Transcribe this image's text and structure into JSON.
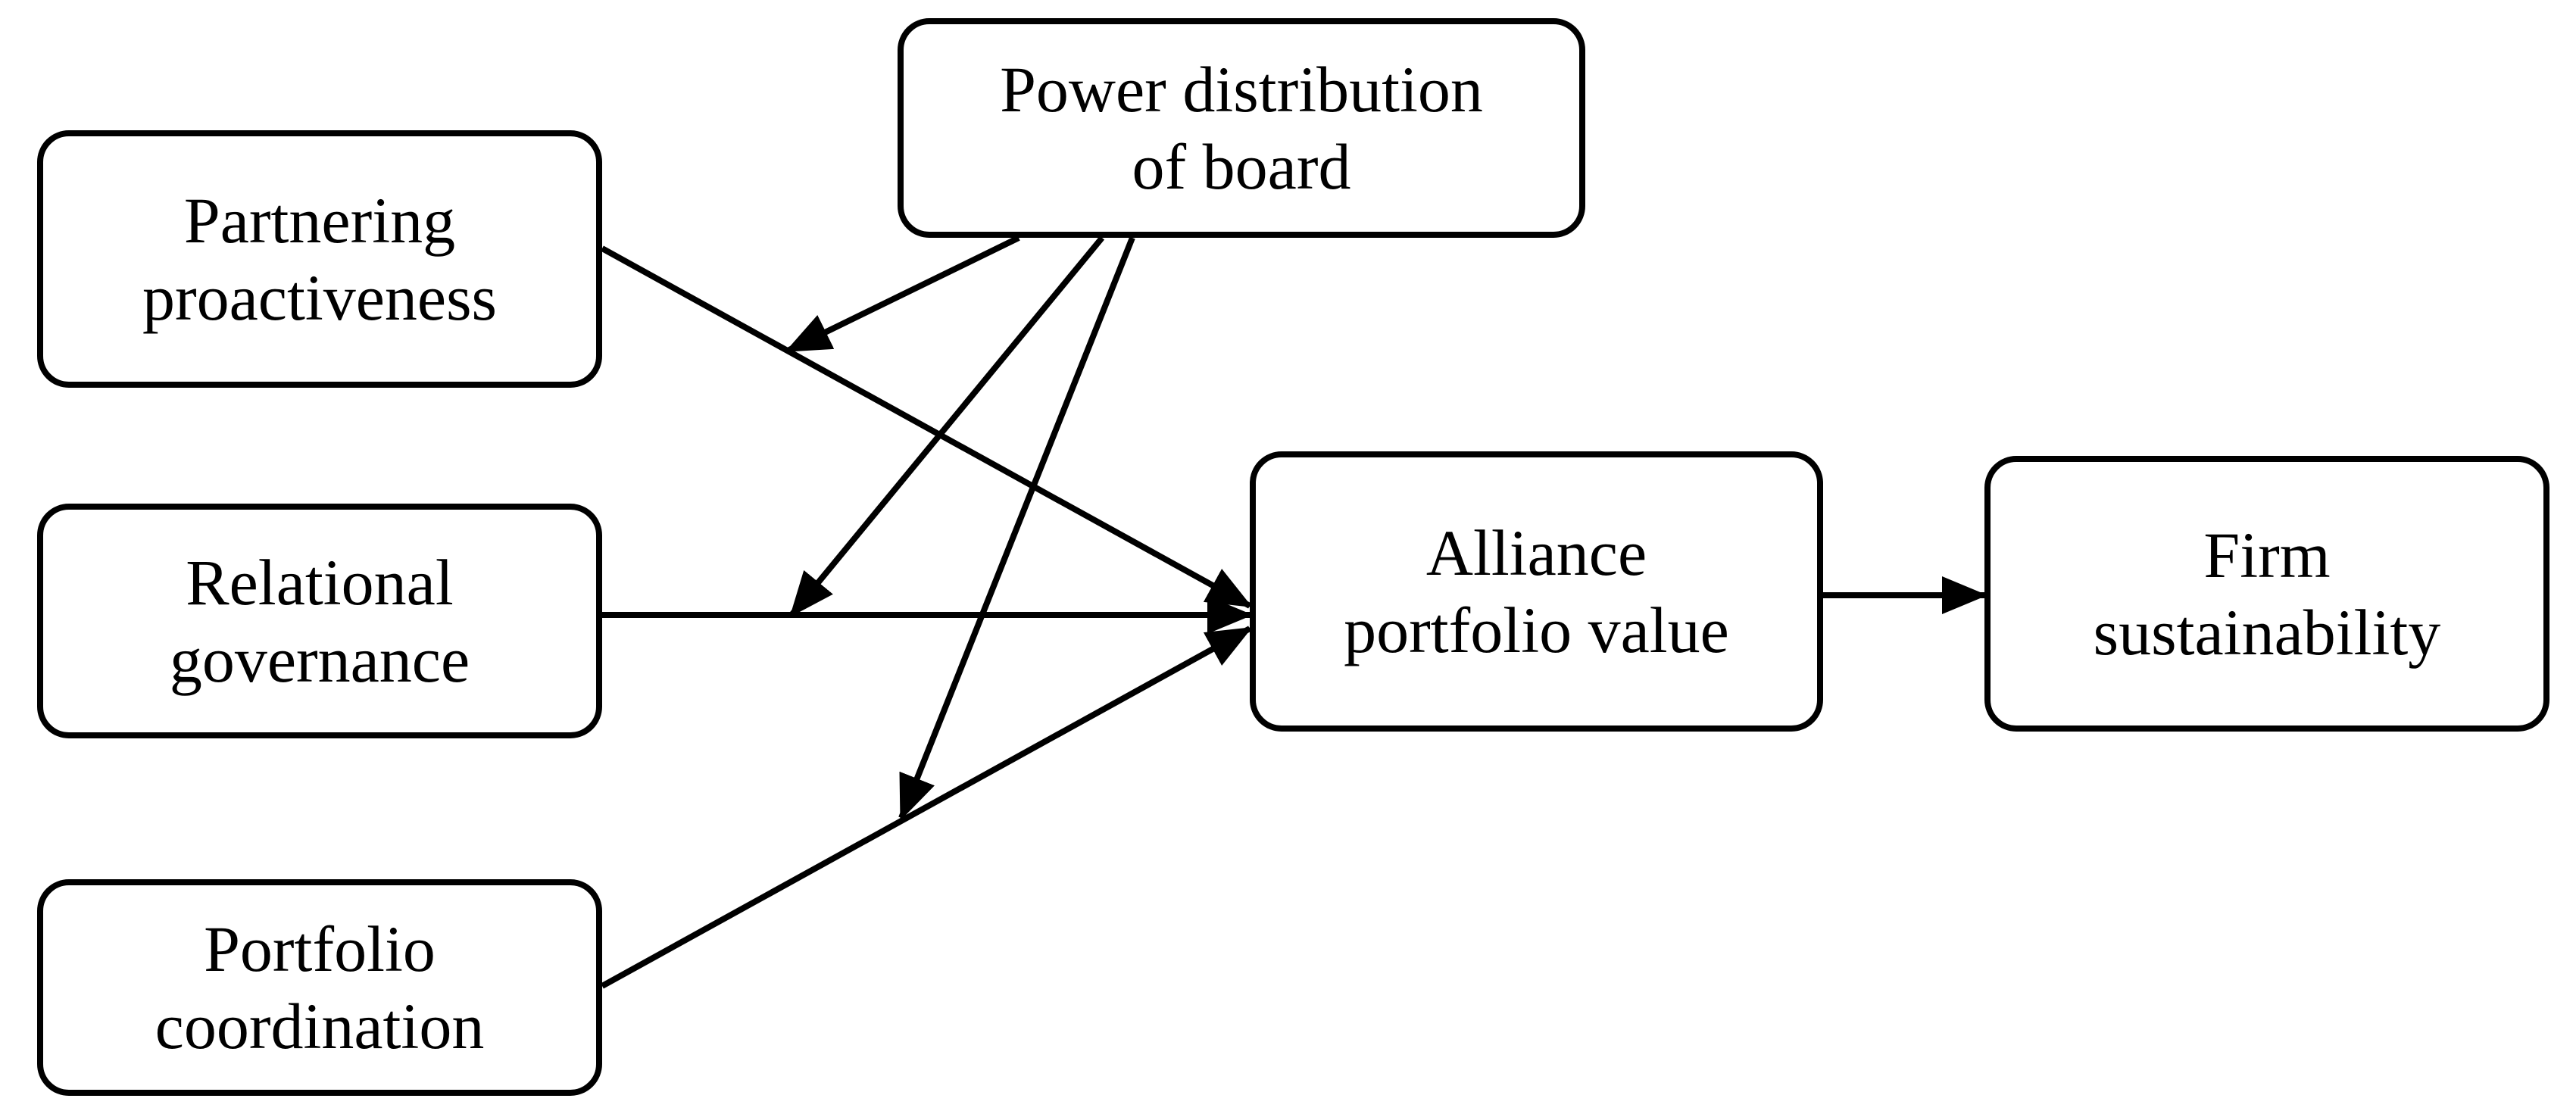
{
  "diagram": {
    "nodes": {
      "power_distribution": {
        "line1": "Power distribution",
        "line2": "of board"
      },
      "partnering_proactiveness": {
        "line1": "Partnering",
        "line2": "proactiveness"
      },
      "relational_governance": {
        "line1": "Relational",
        "line2": "governance"
      },
      "portfolio_coordination": {
        "line1": "Portfolio",
        "line2": "coordination"
      },
      "alliance_portfolio_value": {
        "line1": "Alliance",
        "line2": "portfolio value"
      },
      "firm_sustainability": {
        "line1": "Firm",
        "line2": "sustainability"
      }
    },
    "edges": [
      {
        "from": "partnering_proactiveness",
        "to": "alliance_portfolio_value"
      },
      {
        "from": "relational_governance",
        "to": "alliance_portfolio_value"
      },
      {
        "from": "portfolio_coordination",
        "to": "alliance_portfolio_value"
      },
      {
        "from": "alliance_portfolio_value",
        "to": "firm_sustainability"
      },
      {
        "from": "power_distribution",
        "to": "edge:partnering_proactiveness->alliance_portfolio_value"
      },
      {
        "from": "power_distribution",
        "to": "edge:relational_governance->alliance_portfolio_value"
      },
      {
        "from": "power_distribution",
        "to": "edge:portfolio_coordination->alliance_portfolio_value"
      }
    ],
    "colors": {
      "line": "#000000",
      "background": "#ffffff"
    }
  }
}
